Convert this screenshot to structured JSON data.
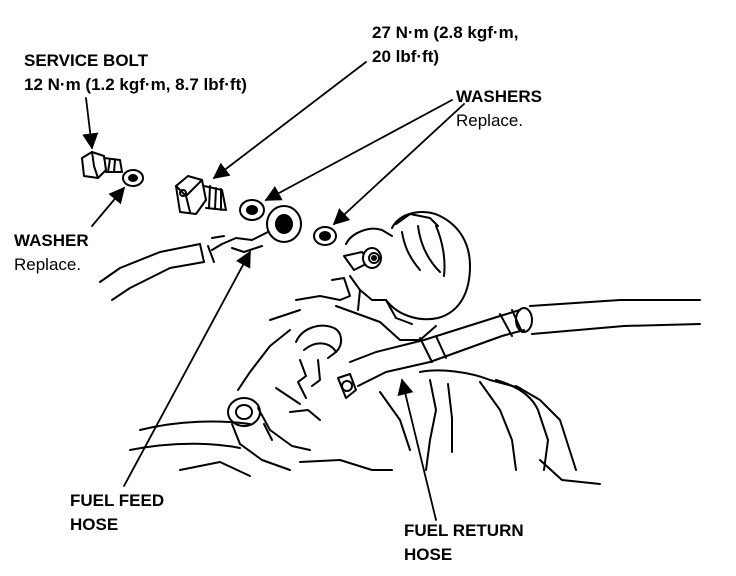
{
  "service_bolt": {
    "name": "SERVICE BOLT",
    "torque": "12 N·m (1.2 kgf·m, 8.7 lbf·ft)"
  },
  "banjo_bolt": {
    "torque_line1": "27 N·m (2.8 kgf·m,",
    "torque_line2": "20 lbf·ft)"
  },
  "washers": {
    "name": "WASHERS",
    "note": "Replace."
  },
  "washer": {
    "name": "WASHER",
    "note": "Replace."
  },
  "fuel_feed_hose": {
    "line1": "FUEL FEED",
    "line2": "HOSE"
  },
  "fuel_return_hose": {
    "line1": "FUEL RETURN",
    "line2": "HOSE"
  },
  "colors": {
    "ink": "#000000",
    "paper": "#ffffff"
  }
}
